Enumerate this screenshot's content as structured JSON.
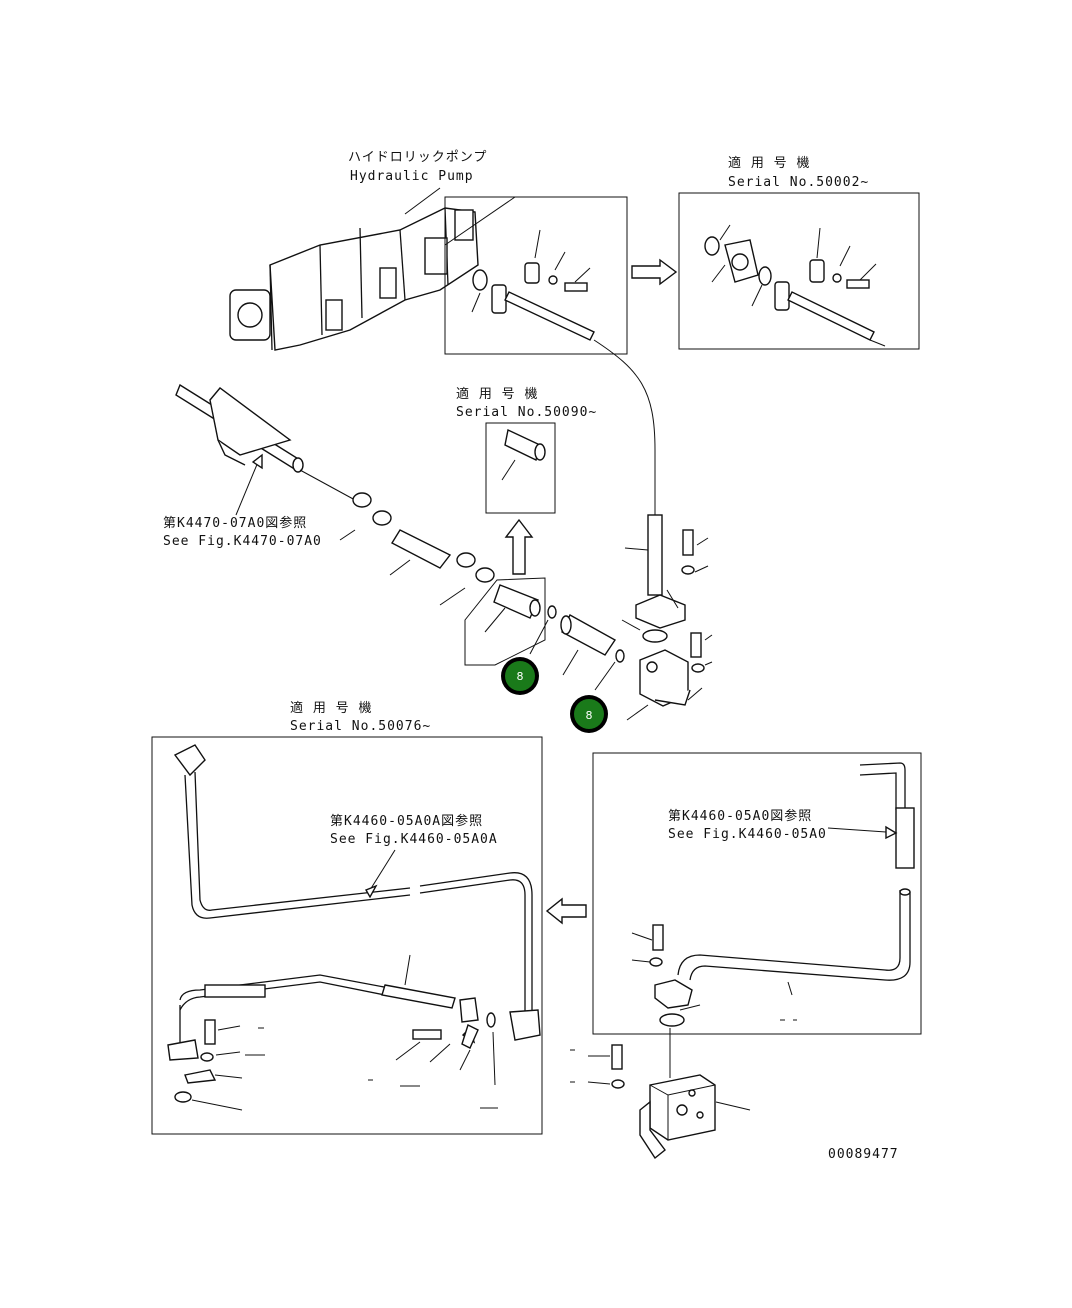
{
  "labels": {
    "pump_jp": "ハイドロリックポンプ",
    "pump_en": "Hydraulic Pump",
    "applicable_1": "適 用 号 機",
    "serial_1": "Serial No.50002~",
    "applicable_2": "適 用 号 機",
    "serial_2": "Serial No.50090~",
    "applicable_3": "適 用 号 機",
    "serial_3": "Serial No.50076~",
    "ref_k4470_jp": "第K4470-07A0図参照",
    "ref_k4470_en": "See Fig.K4470-07A0",
    "ref_k4460a_jp": "第K4460-05A0A図参照",
    "ref_k4460a_en": "See Fig.K4460-05A0A",
    "ref_k4460_jp": "第K4460-05A0図参照",
    "ref_k4460_en": "See Fig.K4460-05A0",
    "drawing_number": "00089477"
  },
  "callouts": [
    {
      "number": "8",
      "color": "#1a7a1a"
    },
    {
      "number": "8",
      "color": "#1a7a1a"
    }
  ]
}
